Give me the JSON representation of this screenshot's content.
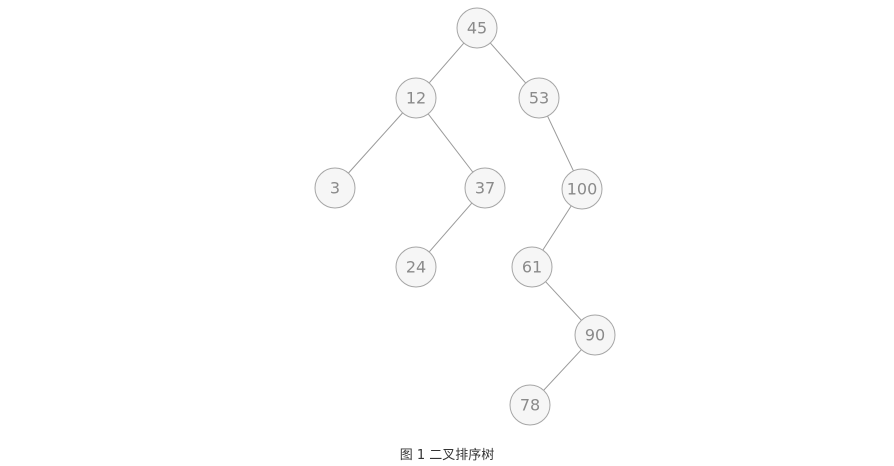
{
  "top_fragment": "",
  "caption": "图 1 二叉排序树",
  "tree": {
    "nodes": [
      {
        "id": "n45",
        "label": "45"
      },
      {
        "id": "n12",
        "label": "12"
      },
      {
        "id": "n53",
        "label": "53"
      },
      {
        "id": "n3",
        "label": "3"
      },
      {
        "id": "n37",
        "label": "37"
      },
      {
        "id": "n100",
        "label": "100"
      },
      {
        "id": "n24",
        "label": "24"
      },
      {
        "id": "n61",
        "label": "61"
      },
      {
        "id": "n90",
        "label": "90"
      },
      {
        "id": "n78",
        "label": "78"
      }
    ],
    "edges": [
      {
        "from": "n45",
        "to": "n12"
      },
      {
        "from": "n45",
        "to": "n53"
      },
      {
        "from": "n12",
        "to": "n3"
      },
      {
        "from": "n12",
        "to": "n37"
      },
      {
        "from": "n53",
        "to": "n100"
      },
      {
        "from": "n37",
        "to": "n24"
      },
      {
        "from": "n100",
        "to": "n61"
      },
      {
        "from": "n61",
        "to": "n90"
      },
      {
        "from": "n90",
        "to": "n78"
      }
    ]
  }
}
